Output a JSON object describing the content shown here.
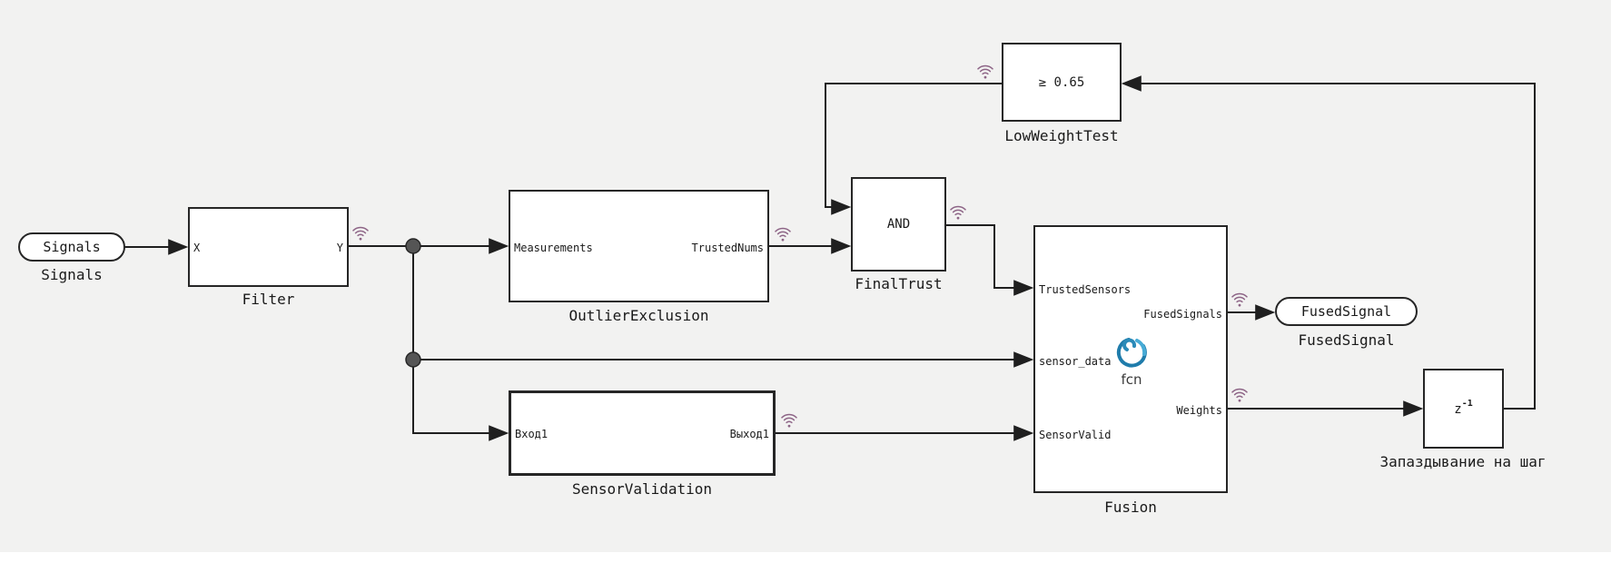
{
  "colors": {
    "background": "#f2f2f1",
    "wire": "#1f1f1f",
    "block_border": "#262626",
    "block_fill": "#ffffff",
    "logging_badge": "#8d6486",
    "fcn_icon_dark": "#1f7cab",
    "fcn_icon_light": "#47abd6",
    "branch_dot": "#555555"
  },
  "icons": {
    "logging_badge": "wifi-signal-icon",
    "fusion_function": "matlab-function-swirl-icon"
  },
  "inport": {
    "text": "Signals",
    "label": "Signals"
  },
  "filter": {
    "label": "Filter",
    "port_in": "X",
    "port_out": "Y"
  },
  "outlier_exclusion": {
    "label": "OutlierExclusion",
    "port_in": "Measurements",
    "port_out": "TrustedNums"
  },
  "sensor_validation": {
    "label": "SensorValidation",
    "port_in": "Вход1",
    "port_out": "Выход1"
  },
  "final_trust": {
    "label": "FinalTrust",
    "operator": "AND"
  },
  "low_weight_test": {
    "label": "LowWeightTest",
    "threshold": "≥ 0.65"
  },
  "fusion": {
    "label": "Fusion",
    "icon_text": "fcn",
    "port_trusted_sensors": "TrustedSensors",
    "port_sensor_data": "sensor_data",
    "port_sensor_valid": "SensorValid",
    "port_fused_signals": "FusedSignals",
    "port_weights": "Weights"
  },
  "outport": {
    "text": "FusedSignal",
    "label": "FusedSignal"
  },
  "unit_delay": {
    "label": "Запаздывание на шаг",
    "base": "z",
    "exponent": "-1"
  }
}
